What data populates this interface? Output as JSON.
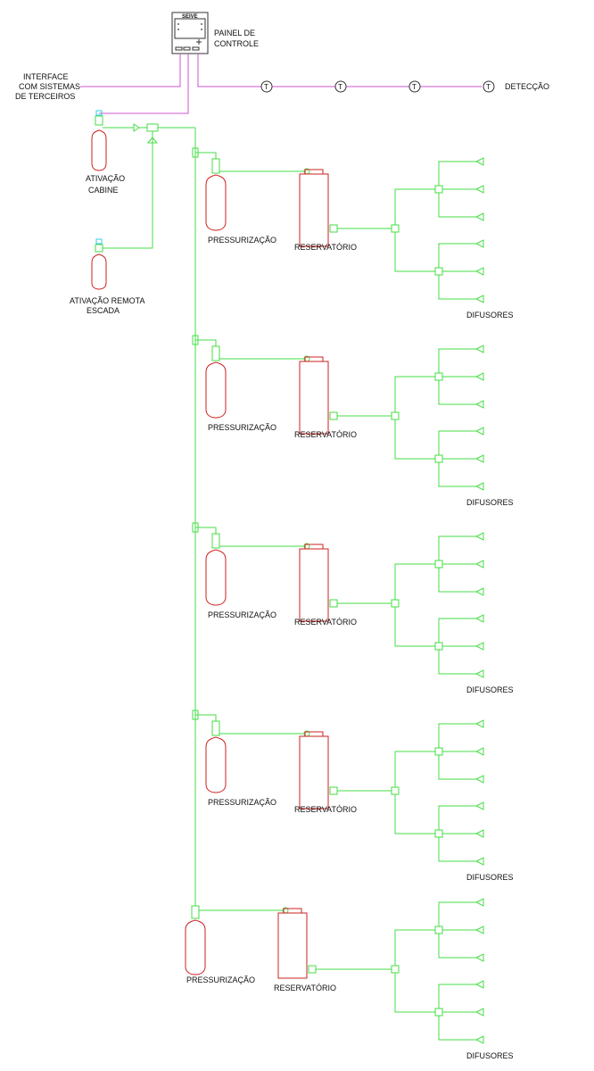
{
  "panel": {
    "brand": "SEIVE",
    "label_line1": "PAINEL DE",
    "label_line2": "CONTROLE"
  },
  "interface": {
    "line1": "INTERFACE",
    "line2": "COM SISTEMAS",
    "line3": "DE TERCEIROS"
  },
  "detection": {
    "label": "DETECÇÃO",
    "sensor_symbol": "T",
    "sensor_count": 4
  },
  "activation_cabin": {
    "line1": "ATIVAÇÃO",
    "line2": "CABINE"
  },
  "activation_remote": {
    "line1": "ATIVAÇÃO REMOTA",
    "line2": "ESCADA"
  },
  "modules": [
    {
      "pressurization": "PRESSURIZAÇÃO",
      "reservoir": "RESERVATÓRIO",
      "diffusers": "DIFUSORES"
    },
    {
      "pressurization": "PRESSURIZAÇÃO",
      "reservoir": "RESERVATÓRIO",
      "diffusers": "DIFUSORES"
    },
    {
      "pressurization": "PRESSURIZAÇÃO",
      "reservoir": "RESERVATÓRIO",
      "diffusers": "DIFUSORES"
    },
    {
      "pressurization": "PRESSURIZAÇÃO",
      "reservoir": "RESERVATÓRIO",
      "diffusers": "DIFUSORES"
    },
    {
      "pressurization": "PRESSURIZAÇÃO",
      "reservoir": "RESERVATÓRIO",
      "diffusers": "DIFUSORES"
    }
  ],
  "colors": {
    "pipe": "#44dd44",
    "signal": "#cc55cc",
    "cylinder": "#cc2222",
    "valve_head": "#33ccee",
    "panel": "#333333"
  }
}
